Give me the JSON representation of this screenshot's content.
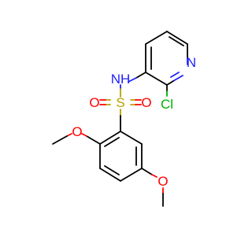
{
  "molecule": {
    "atoms": {
      "nh": "NH",
      "n_ring": "N",
      "cl": "Cl",
      "s": "S",
      "o_left": "O",
      "o_right": "O",
      "o_methoxy_top": "O",
      "o_methoxy_bottom": "O"
    },
    "colors": {
      "carbon": "#000000",
      "nitrogen": "#1f1fff",
      "oxygen": "#ff0000",
      "sulfur": "#b9a000",
      "chlorine": "#00b000"
    }
  }
}
